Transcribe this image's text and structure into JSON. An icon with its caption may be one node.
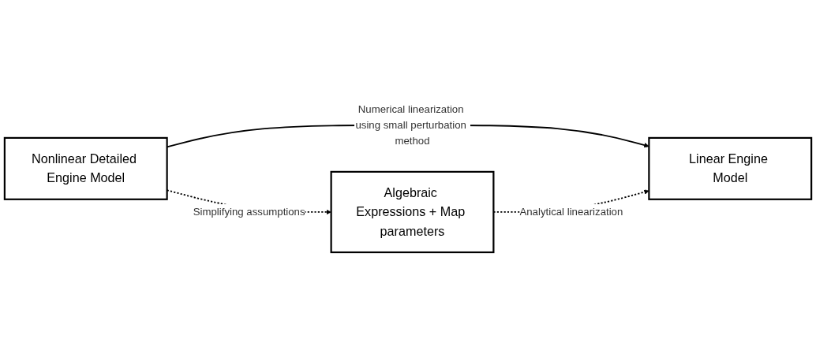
{
  "diagram": {
    "nodes": [
      {
        "text": [
          "Nonlinear Detailed Engine Model"
        ]
      },
      {
        "text": [
          "Linear Engine Model"
        ]
      },
      {
        "text": [
          "Algebraic Expressions + Map parameters"
        ]
      }
    ],
    "edges": [
      {
        "from": 0,
        "to": 1,
        "arrow": "to",
        "label": "Numerical linearization using small perturbation method"
      },
      {
        "from": 0,
        "to": 2,
        "arrow": "to",
        "label": "Simplifying assumptions",
        "style": "dashed"
      },
      {
        "from": 2,
        "to": 1,
        "arrow": "to",
        "label": "Analytical linearization",
        "style": "dashed"
      }
    ]
  }
}
